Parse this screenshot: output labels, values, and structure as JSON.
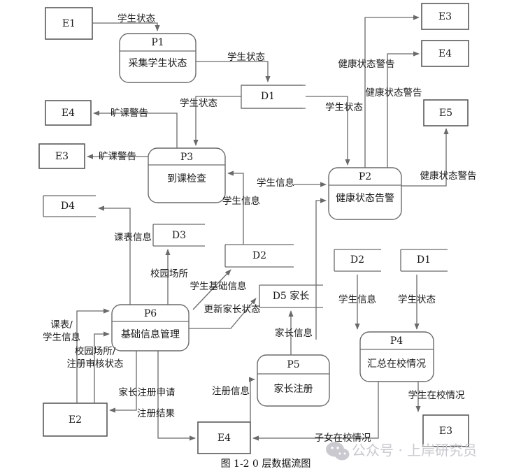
{
  "diagram": {
    "caption": "图 1-2    0 层数据流图",
    "watermark": {
      "icon": "wechat-icon",
      "text": "公众号 · 上岸研究员"
    },
    "colors": {
      "stroke": "#6a6a6a",
      "ext_stroke": "#5a5a5a",
      "text": "#1a1a1a",
      "background": "#ffffff",
      "watermark": "#c9c9cf"
    }
  },
  "external_entities": [
    {
      "id": "e1",
      "label": "E1"
    },
    {
      "id": "e4_top",
      "label": "E4"
    },
    {
      "id": "e3_top",
      "label": "E3"
    },
    {
      "id": "e3_tr",
      "label": "E3"
    },
    {
      "id": "e4_tr",
      "label": "E4"
    },
    {
      "id": "e5",
      "label": "E5"
    },
    {
      "id": "e2",
      "label": "E2"
    },
    {
      "id": "e4_bot",
      "label": "E4"
    },
    {
      "id": "e3_bot",
      "label": "E3"
    }
  ],
  "processes": [
    {
      "id": "p1",
      "code": "P1",
      "name": "采集学生状态"
    },
    {
      "id": "p3",
      "code": "P3",
      "name": "到课检查"
    },
    {
      "id": "p2",
      "code": "P2",
      "name": "健康状态告警"
    },
    {
      "id": "p6",
      "code": "P6",
      "name": "基础信息管理"
    },
    {
      "id": "p5",
      "code": "P5",
      "name": "家长注册"
    },
    {
      "id": "p4",
      "code": "P4",
      "name": "汇总在校情况"
    }
  ],
  "data_stores": [
    {
      "id": "d1",
      "label": "D1"
    },
    {
      "id": "d4",
      "label": "D4"
    },
    {
      "id": "d3",
      "label": "D3"
    },
    {
      "id": "d2",
      "label": "D2"
    },
    {
      "id": "d5",
      "label": "D5 家长"
    },
    {
      "id": "d2_br",
      "label": "D2"
    },
    {
      "id": "d1_br",
      "label": "D1"
    }
  ],
  "flow_labels": [
    {
      "id": "f01",
      "text": "学生状态"
    },
    {
      "id": "f02",
      "text": "学生状态"
    },
    {
      "id": "f03",
      "text": "学生状态"
    },
    {
      "id": "f04",
      "text": "学生状态"
    },
    {
      "id": "f05",
      "text": "旷课警告"
    },
    {
      "id": "f06",
      "text": "旷课警告"
    },
    {
      "id": "f07",
      "text": "健康状态警告"
    },
    {
      "id": "f08",
      "text": "健康状态警告"
    },
    {
      "id": "f09",
      "text": "健康状态警告"
    },
    {
      "id": "f10",
      "text": "学生信息"
    },
    {
      "id": "f11",
      "text": "学生信息"
    },
    {
      "id": "f12",
      "text": "课表信息"
    },
    {
      "id": "f13",
      "text": "校园场所"
    },
    {
      "id": "f14",
      "text": "学生基础信息"
    },
    {
      "id": "f15",
      "text": "更新家长状态"
    },
    {
      "id": "f16",
      "text": "家长信息"
    },
    {
      "id": "f17",
      "text": "课表/"
    },
    {
      "id": "f18",
      "text": "学生信息"
    },
    {
      "id": "f19",
      "text": "校园场所/"
    },
    {
      "id": "f20",
      "text": "注册审核状态"
    },
    {
      "id": "f21",
      "text": "家长注册申请"
    },
    {
      "id": "f22",
      "text": "注册结果"
    },
    {
      "id": "f23",
      "text": "注册信息"
    },
    {
      "id": "f24",
      "text": "学生信息"
    },
    {
      "id": "f25",
      "text": "学生状态"
    },
    {
      "id": "f26",
      "text": "学生在校情况"
    },
    {
      "id": "f27",
      "text": "子女在校情况"
    }
  ]
}
